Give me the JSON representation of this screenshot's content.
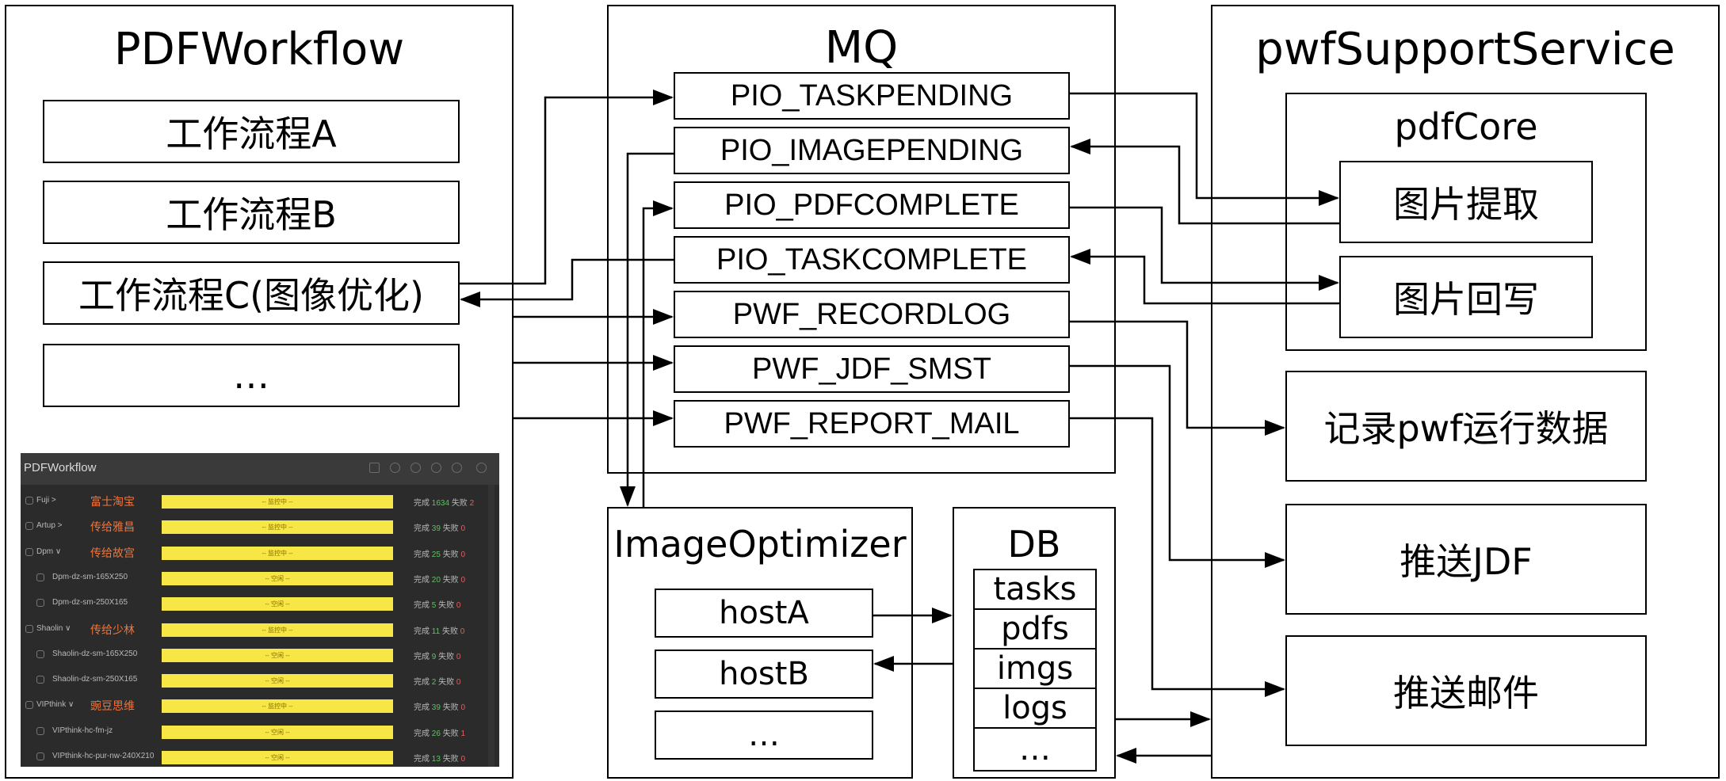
{
  "panels": {
    "workflow": {
      "title": "PDFWorkflow",
      "items": [
        "工作流程A",
        "工作流程B",
        "工作流程C(图像优化)",
        "…"
      ]
    },
    "mq": {
      "title": "MQ",
      "queues": [
        "PIO_TASKPENDING",
        "PIO_IMAGEPENDING",
        "PIO_PDFCOMPLETE",
        "PIO_TASKCOMPLETE",
        "PWF_RECORDLOG",
        "PWF_JDF_SMST",
        "PWF_REPORT_MAIL"
      ]
    },
    "support": {
      "title": "pwfSupportService",
      "core": {
        "title": "pdfCore",
        "items": [
          "图片提取",
          "图片回写"
        ]
      },
      "services": [
        "记录pwf运行数据",
        "推送JDF",
        "推送邮件"
      ]
    },
    "optimizer": {
      "title": "ImageOptimizer",
      "hosts": [
        "hostA",
        "hostB",
        "…"
      ]
    },
    "db": {
      "title": "DB",
      "tables": [
        "tasks",
        "pdfs",
        "imgs",
        "logs",
        "…"
      ]
    }
  },
  "screenshot": {
    "title": "PDFWorkflow",
    "rows": [
      {
        "name": "Fuji >",
        "cn": "富士淘宝",
        "status": "-- 监控中 --",
        "done_label": "完成",
        "done": "1634",
        "fail_label": "失败",
        "fail": "2",
        "indent": false
      },
      {
        "name": "Artup >",
        "cn": "传给雅昌",
        "status": "-- 监控中 --",
        "done_label": "完成",
        "done": "39",
        "fail_label": "失败",
        "fail": "0",
        "indent": false
      },
      {
        "name": "Dpm ∨",
        "cn": "传给故宫",
        "status": "-- 监控中 --",
        "done_label": "完成",
        "done": "25",
        "fail_label": "失败",
        "fail": "0",
        "indent": false
      },
      {
        "name": "Dpm-dz-sm-165X250",
        "cn": "",
        "status": "-- 空闲 --",
        "done_label": "完成",
        "done": "20",
        "fail_label": "失败",
        "fail": "0",
        "indent": true
      },
      {
        "name": "Dpm-dz-sm-250X165",
        "cn": "",
        "status": "-- 空闲 --",
        "done_label": "完成",
        "done": "5",
        "fail_label": "失败",
        "fail": "0",
        "indent": true
      },
      {
        "name": "Shaolin ∨",
        "cn": "传给少林",
        "status": "-- 监控中 --",
        "done_label": "完成",
        "done": "11",
        "fail_label": "失败",
        "fail": "0",
        "indent": false
      },
      {
        "name": "Shaolin-dz-sm-165X250",
        "cn": "",
        "status": "-- 空闲 --",
        "done_label": "完成",
        "done": "9",
        "fail_label": "失败",
        "fail": "0",
        "indent": true
      },
      {
        "name": "Shaolin-dz-sm-250X165",
        "cn": "",
        "status": "-- 空闲 --",
        "done_label": "完成",
        "done": "2",
        "fail_label": "失败",
        "fail": "0",
        "indent": true
      },
      {
        "name": "VIPthink ∨",
        "cn": "豌豆思维",
        "status": "-- 监控中 --",
        "done_label": "完成",
        "done": "39",
        "fail_label": "失败",
        "fail": "0",
        "indent": false
      },
      {
        "name": "VIPthink-hc-fm-jz",
        "cn": "",
        "status": "-- 空闲 --",
        "done_label": "完成",
        "done": "26",
        "fail_label": "失败",
        "fail": "1",
        "indent": true
      },
      {
        "name": "VIPthink-hc-pur-nw-240X210",
        "cn": "",
        "status": "-- 空闲 --",
        "done_label": "完成",
        "done": "13",
        "fail_label": "失败",
        "fail": "0",
        "indent": true
      }
    ]
  },
  "colors": {
    "line": "#000000",
    "screenshot_bg": "#2b2b2b",
    "status_bar": "#f6e646",
    "cn_label": "#f0743a",
    "done": "#5ec25e",
    "fail": "#e06060"
  }
}
